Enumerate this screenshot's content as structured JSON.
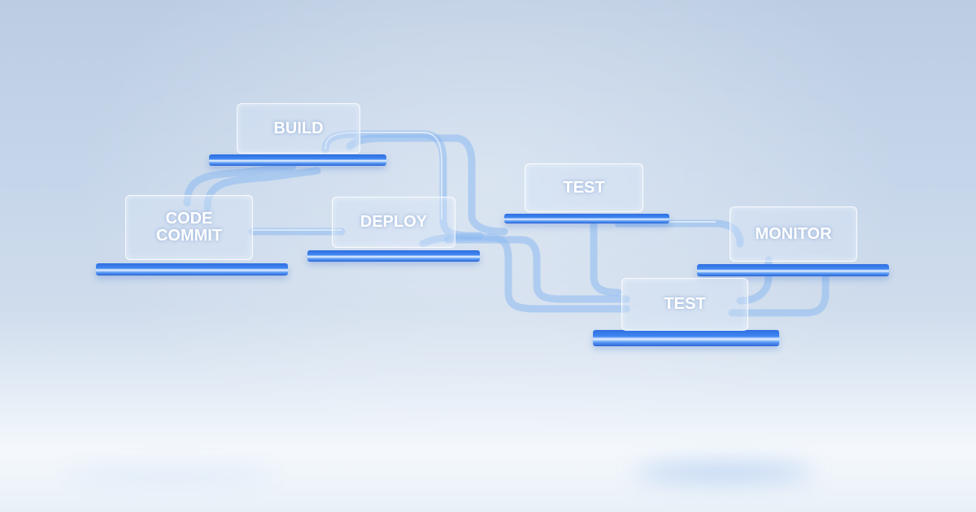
{
  "stages": {
    "code_commit": "CODE\nCOMMIT",
    "build": "BUILD",
    "deploy": "DEPLOY",
    "test_top": "TEST",
    "monitor": "MONITOR",
    "test_bottom": "TEST"
  },
  "colors": {
    "platform_blue": "#3f86f2",
    "tube_blue": "#8fb8ec",
    "background": "#c6d6ea"
  }
}
